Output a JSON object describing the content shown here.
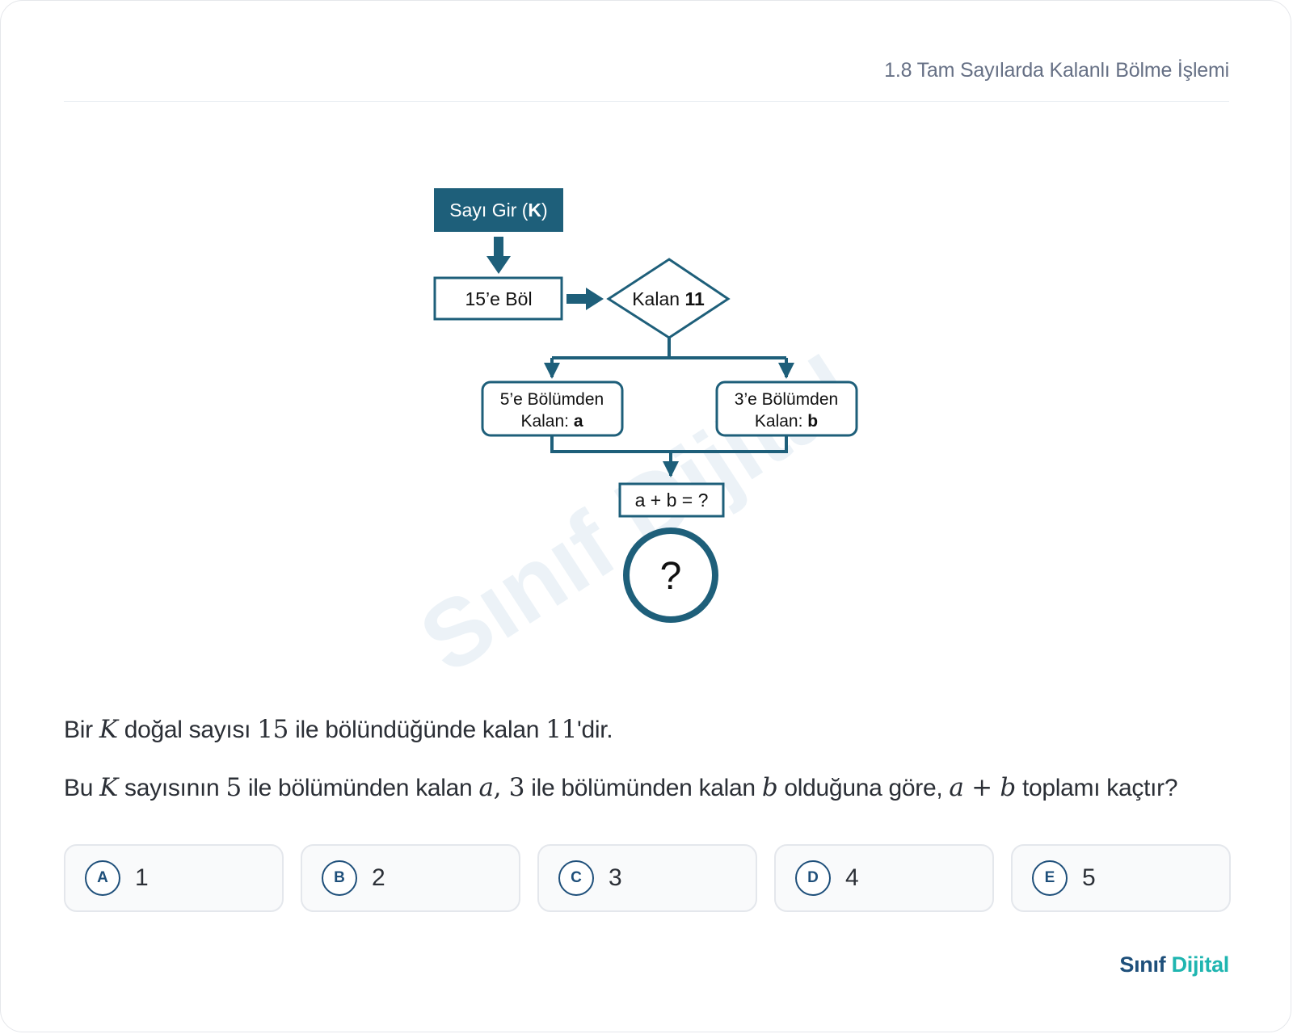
{
  "header": {
    "topic": "1.8 Tam Sayılarda Kalanlı Bölme İşlemi"
  },
  "flowchart": {
    "start_prefix": "Sayı Gir (",
    "start_var": "K",
    "start_suffix": ")",
    "divide": "15’e Böl",
    "decision_prefix": "Kalan ",
    "decision_value": "11",
    "left_line1": "5’e Bölümden",
    "left_line2_prefix": "Kalan: ",
    "left_var": "a",
    "right_line1": "3’e Bölümden",
    "right_line2_prefix": "Kalan: ",
    "right_var": "b",
    "result": "a + b = ?",
    "end": "?",
    "watermark": "Sınıf Dijital"
  },
  "question": {
    "line1": {
      "t1": "Bir ",
      "K": "K",
      "t2": " doğal sayısı ",
      "n15": "15",
      "t3": " ile bölündüğünde kalan ",
      "n11": "11",
      "t4": "'dir."
    },
    "line2": {
      "t1": "Bu ",
      "K": "K",
      "t2": " sayısının ",
      "n5": "5",
      "t3": " ile bölümünden kalan ",
      "a": "a",
      "comma": ", ",
      "n3": "3",
      "t4": " ile bölümünden kalan ",
      "b": "b",
      "t5": " olduğuna göre, ",
      "expr": "a + b",
      "t6": " toplamı kaçtır?"
    }
  },
  "choices": [
    {
      "letter": "A",
      "value": "1"
    },
    {
      "letter": "B",
      "value": "2"
    },
    {
      "letter": "C",
      "value": "3"
    },
    {
      "letter": "D",
      "value": "4"
    },
    {
      "letter": "E",
      "value": "5"
    }
  ],
  "brand": {
    "part1": "Sınıf",
    "part2": "Dijital"
  },
  "colors": {
    "primary": "#1e5f7a",
    "navy": "#1e4f7a",
    "teal": "#1fb5b0",
    "muted": "#667085"
  }
}
